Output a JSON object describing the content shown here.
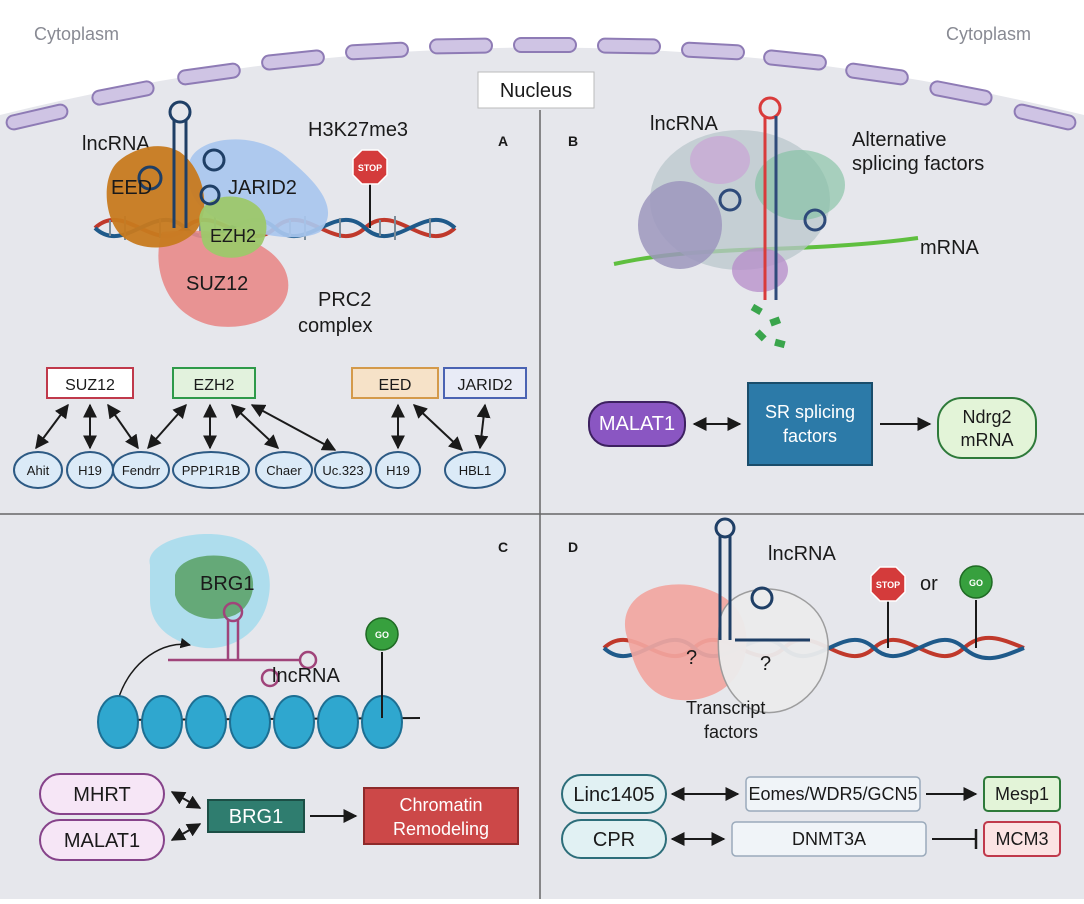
{
  "labels": {
    "cytoplasm_left": "Cytoplasm",
    "cytoplasm_right": "Cytoplasm",
    "nucleus": "Nucleus"
  },
  "panel_a": {
    "letter": "A",
    "lncrna": "lncRNA",
    "h3k27me3": "H3K27me3",
    "stop": "STOP",
    "eed": "EED",
    "jarid2": "JARID2",
    "ezh2": "EZH2",
    "suz12": "SUZ12",
    "prc2_line1": "PRC2",
    "prc2_line2": "complex",
    "box_suz12": "SUZ12",
    "box_ezh2": "EZH2",
    "box_eed": "EED",
    "box_jarid2": "JARID2",
    "targets": [
      "Ahit",
      "H19",
      "Fendrr",
      "PPP1R1B",
      "Chaer",
      "Uc.323",
      "H19",
      "HBL1"
    ]
  },
  "panel_b": {
    "letter": "B",
    "lncrna": "lncRNA",
    "asf_line1": "Alternative",
    "asf_line2": "splicing factors",
    "mrna": "mRNA",
    "malat1": "MALAT1",
    "sr_line1": "SR splicing",
    "sr_line2": "factors",
    "ndrg2_line1": "Ndrg2",
    "ndrg2_line2": "mRNA"
  },
  "panel_c": {
    "letter": "C",
    "brg1_protein": "BRG1",
    "lncrna": "lncRNA",
    "go": "GO",
    "mhrt": "MHRT",
    "malat1": "MALAT1",
    "brg1_box": "BRG1",
    "chromatin_line1": "Chromatin",
    "chromatin_line2": "Remodeling"
  },
  "panel_d": {
    "letter": "D",
    "lncrna": "lncRNA",
    "stop": "STOP",
    "or": "or",
    "go": "GO",
    "q1": "?",
    "q2": "?",
    "tf_line1": "Transcript",
    "tf_line2": "factors",
    "linc1405": "Linc1405",
    "eomes": "Eomes/WDR5/GCN5",
    "mesp1": "Mesp1",
    "cpr": "CPR",
    "dnmt3a": "DNMT3A",
    "mcm3": "MCM3"
  },
  "colors": {
    "nucleus_bg": "#e6e7ec",
    "envelope": "#c9bde0",
    "envelope_stroke": "#8e7bb5",
    "divider": "#666666",
    "suz12": "#c0394b",
    "ezh2": "#2e9a49",
    "eed": "#d49a4a",
    "jarid2": "#4a63b3",
    "target_fill": "#dbeaf7",
    "target_stroke": "#2d5a84",
    "malat1_purple": "#8a56c2",
    "sr_blue": "#2c7aa8",
    "ndrg2_green": "#e3f4d8",
    "brg1_teal": "#2f7d6f",
    "chromatin_red": "#cc4848",
    "mhrt_pink": "#f6e6f6",
    "mhrt_stroke": "#86438a",
    "stop_red": "#d43b3b",
    "go_green": "#37a03e"
  }
}
